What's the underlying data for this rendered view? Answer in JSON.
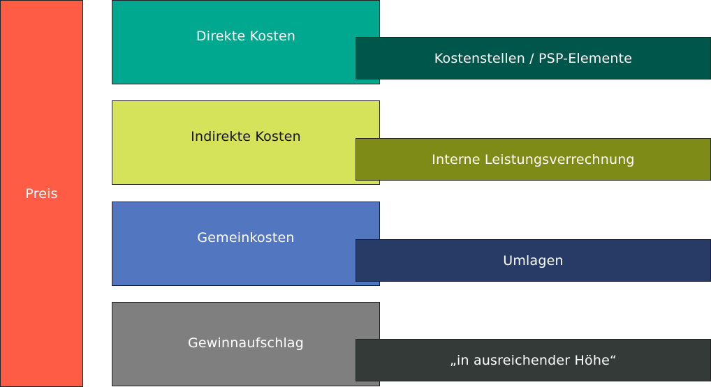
{
  "price": {
    "label": "Preis",
    "color": "#FF5C45",
    "text_color": "#ffffff"
  },
  "rows": [
    {
      "category": {
        "label": "Direkte Kosten",
        "color": "#00A88F",
        "text_color": "#ffffff"
      },
      "detail": {
        "label": "Kostenstellen / PSP-Elemente",
        "color": "#00564A",
        "text_color": "#ffffff"
      }
    },
    {
      "category": {
        "label": "Indirekte Kosten",
        "color": "#D5E35B",
        "text_color": "#111111"
      },
      "detail": {
        "label": "Interne Leistungsverrechnung",
        "color": "#7E8B16",
        "text_color": "#ffffff"
      }
    },
    {
      "category": {
        "label": "Gemeinkosten",
        "color": "#5277C0",
        "text_color": "#ffffff"
      },
      "detail": {
        "label": "Umlagen",
        "color": "#283B67",
        "text_color": "#ffffff"
      }
    },
    {
      "category": {
        "label": "Gewinnaufschlag",
        "color": "#7F7F7F",
        "text_color": "#ffffff"
      },
      "detail": {
        "label": "„in ausreichender Höhe“",
        "color": "#333A37",
        "text_color": "#ffffff"
      }
    }
  ]
}
